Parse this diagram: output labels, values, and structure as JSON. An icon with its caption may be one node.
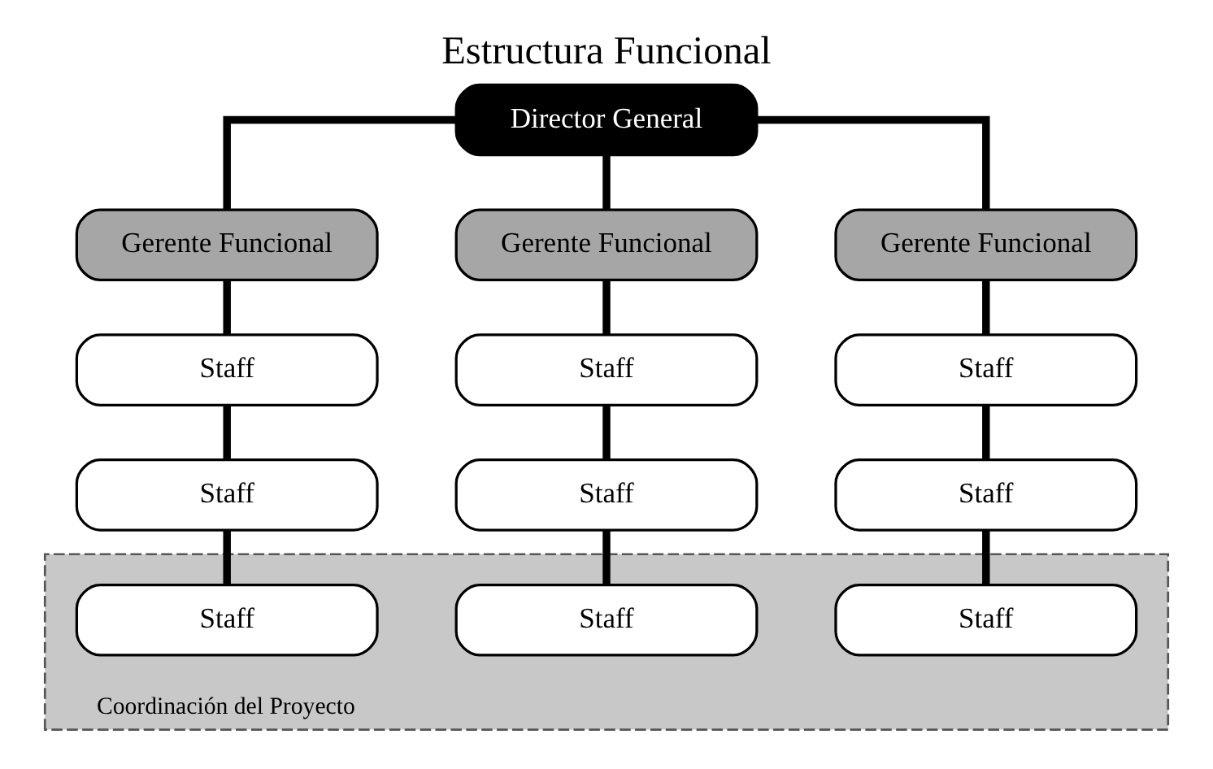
{
  "diagram": {
    "title": "Estructura Funcional",
    "nodes": [
      {
        "text": [
          "Director General"
        ]
      },
      {
        "text": [
          "Gerente Funcional"
        ]
      },
      {
        "text": [
          "Gerente Funcional"
        ]
      },
      {
        "text": [
          "Gerente Funcional"
        ]
      },
      {
        "text": [
          "Coordinación del Proyecto"
        ]
      },
      {
        "text": [
          "Staff"
        ]
      },
      {
        "text": [
          "Staff"
        ]
      },
      {
        "text": [
          "Staff"
        ]
      },
      {
        "text": [
          "Staff"
        ]
      },
      {
        "text": [
          "Staff"
        ]
      },
      {
        "text": [
          "Staff"
        ]
      },
      {
        "text": [
          "Staff"
        ],
        "in": 4
      },
      {
        "text": [
          "Staff"
        ],
        "in": 4
      },
      {
        "text": [
          "Staff"
        ],
        "in": 4
      }
    ],
    "edges": [
      {
        "from": 0,
        "to": 1,
        "arrow": "none"
      },
      {
        "from": 0,
        "to": 2,
        "arrow": "none"
      },
      {
        "from": 0,
        "to": 3,
        "arrow": "none"
      },
      {
        "from": 1,
        "to": 5,
        "arrow": "none"
      },
      {
        "from": 2,
        "to": 6,
        "arrow": "none"
      },
      {
        "from": 3,
        "to": 7,
        "arrow": "none"
      },
      {
        "from": 5,
        "to": 8,
        "arrow": "none"
      },
      {
        "from": 6,
        "to": 9,
        "arrow": "none"
      },
      {
        "from": 7,
        "to": 10,
        "arrow": "none"
      },
      {
        "from": 8,
        "to": 11,
        "arrow": "none"
      },
      {
        "from": 9,
        "to": 12,
        "arrow": "none"
      },
      {
        "from": 10,
        "to": 13,
        "arrow": "none"
      }
    ]
  }
}
